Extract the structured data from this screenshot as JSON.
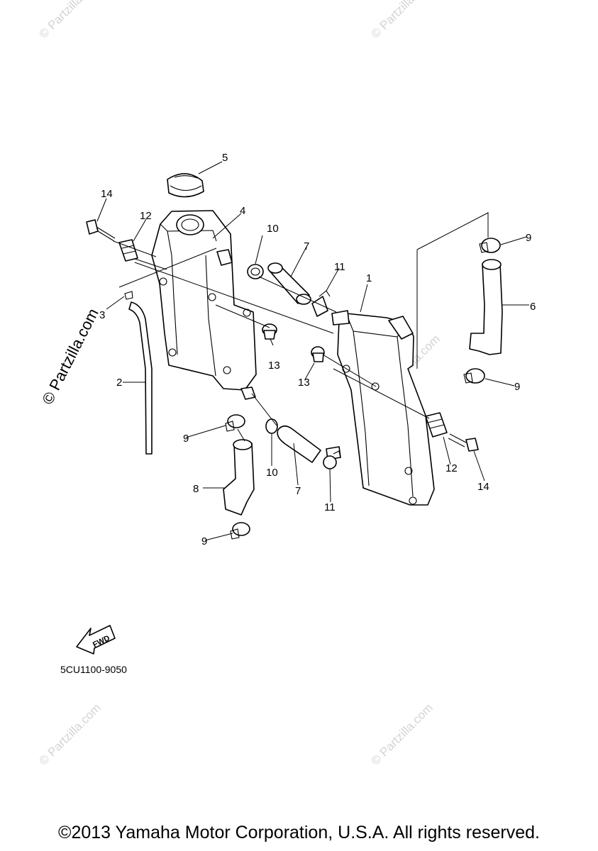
{
  "watermark": {
    "small_text": "© Partzilla.com",
    "big_text": "© Partzilla.com"
  },
  "callouts": {
    "c1": "1",
    "c2": "2",
    "c3": "3",
    "c4": "4",
    "c5": "5",
    "c6": "6",
    "c7a": "7",
    "c7b": "7",
    "c8": "8",
    "c9a": "9",
    "c9b": "9",
    "c9c": "9",
    "c9d": "9",
    "c10a": "10",
    "c10b": "10",
    "c11a": "11",
    "c11b": "11",
    "c12a": "12",
    "c12b": "12",
    "c13a": "13",
    "c13b": "13",
    "c14a": "14",
    "c14b": "14"
  },
  "fwd_label": "FWD",
  "diagram_code": "5CU1100-9050",
  "copyright": "©2013 Yamaha Motor Corporation, U.S.A. All rights reserved."
}
